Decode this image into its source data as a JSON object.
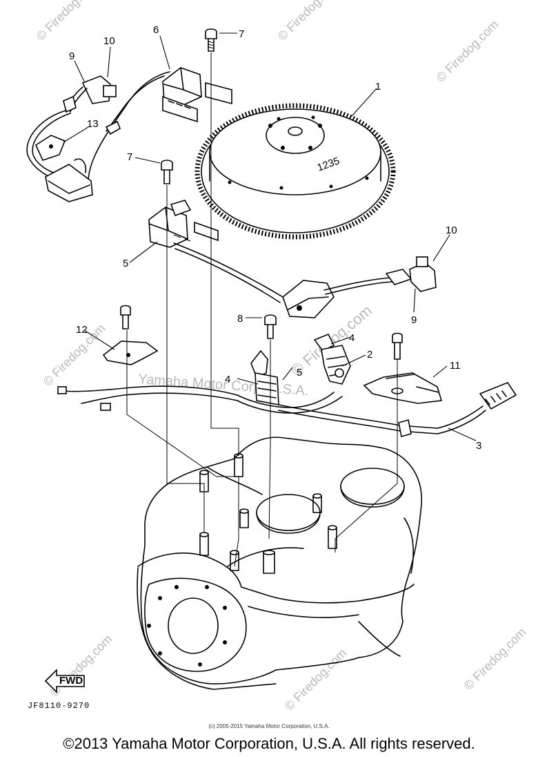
{
  "callouts": {
    "c1": "1",
    "c2": "2",
    "c3": "3",
    "c4a": "4",
    "c4b": "4",
    "c5a": "5",
    "c5b": "5",
    "c6": "6",
    "c7a": "7",
    "c7b": "7",
    "c8": "8",
    "c9a": "9",
    "c9b": "9",
    "c10a": "10",
    "c10b": "10",
    "c11": "11",
    "c12": "12",
    "c13": "13"
  },
  "flywheel_marking": "1235",
  "fwd_label": "FWD",
  "drawing_code": "JF8110-9270",
  "source_line": "(c) 2005-2015 Yamaha Motor Corporation, U.S.A.",
  "copyright": "©2013 Yamaha Motor Corporation, U.S.A. All rights reserved.",
  "watermarks": {
    "firedog": "© Firedog.com",
    "firedog_center": "© Firedog.com",
    "yamaha": "Yamaha Motor Corp. U.S.A."
  }
}
